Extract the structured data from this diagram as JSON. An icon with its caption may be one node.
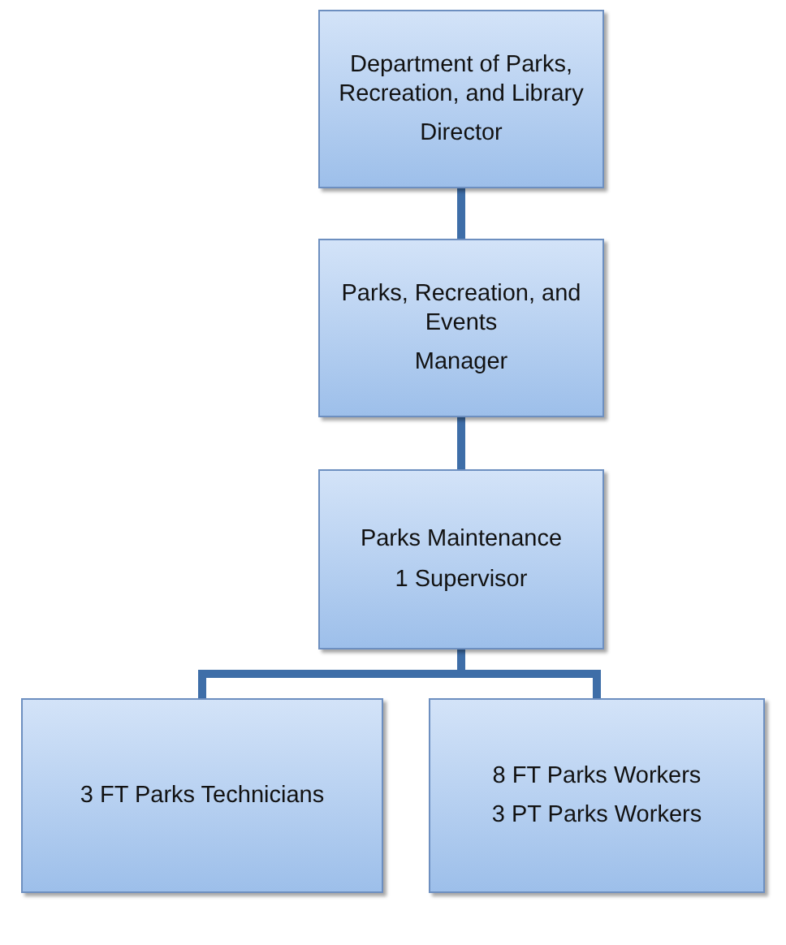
{
  "diagram": {
    "nodes": [
      {
        "text": [
          "Department of Parks, Recreation, and Library",
          "Director"
        ]
      },
      {
        "text": [
          "Parks, Recreation, and Events",
          "Manager"
        ]
      },
      {
        "text": [
          "Parks Maintenance",
          "1 Supervisor"
        ]
      },
      {
        "text": [
          "3 FT Parks Technicians"
        ]
      },
      {
        "text": [
          "8 FT Parks Workers",
          "3 PT Parks Workers"
        ]
      }
    ],
    "edges": [
      {
        "from": 0,
        "to": 1,
        "arrow": "none"
      },
      {
        "from": 1,
        "to": 2,
        "arrow": "none"
      },
      {
        "from": 2,
        "to": 3,
        "arrow": "none"
      },
      {
        "from": 2,
        "to": 4,
        "arrow": "none"
      }
    ]
  }
}
